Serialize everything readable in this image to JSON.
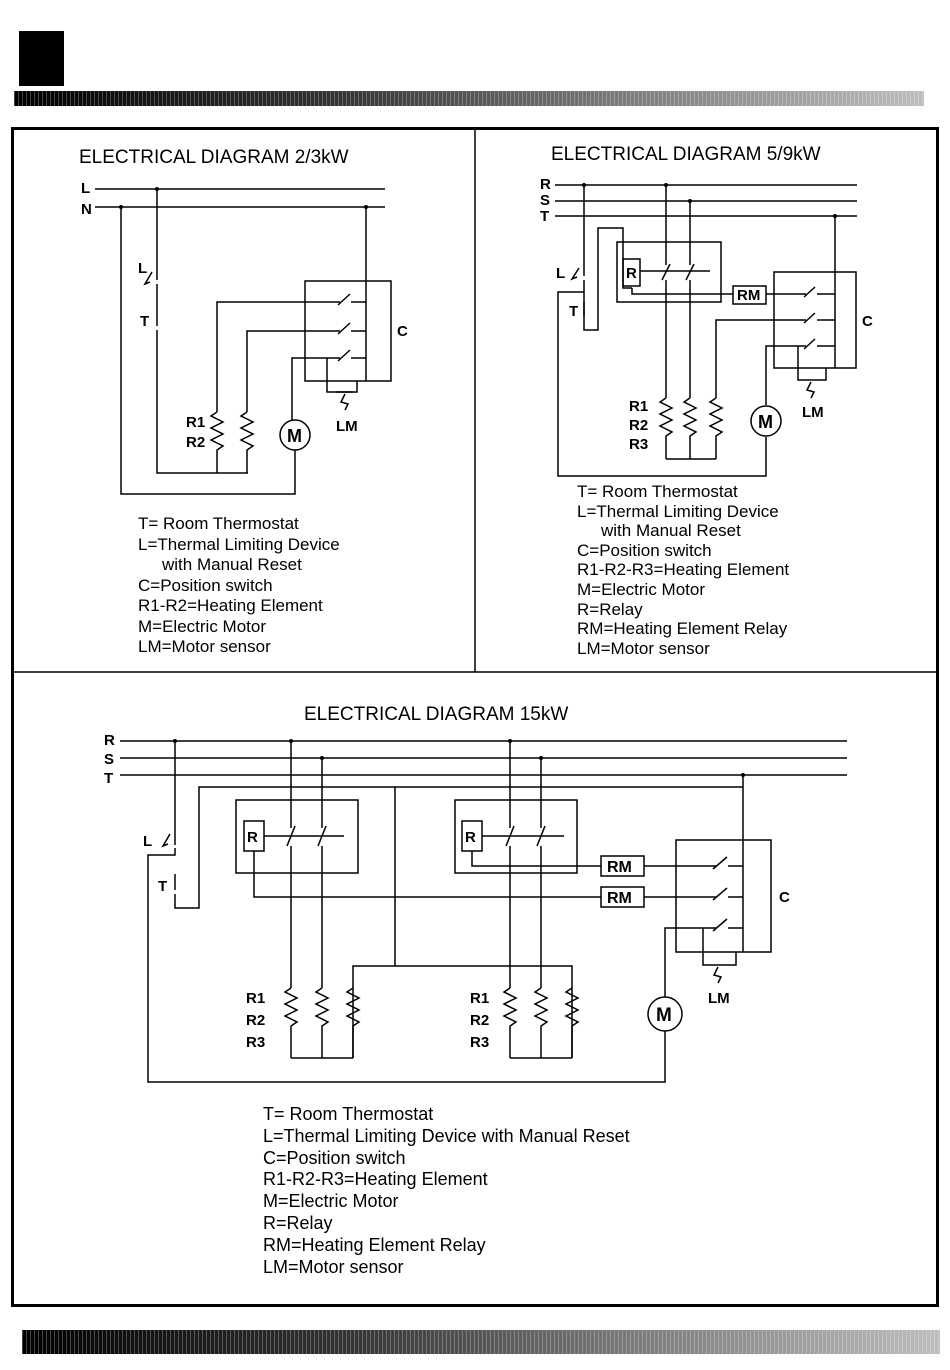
{
  "d1": {
    "title": "ELECTRICAL DIAGRAM 2/3kW",
    "labels": {
      "L": "L",
      "N": "N",
      "Ldev": "L",
      "T": "T",
      "C": "C",
      "R1": "R1",
      "R2": "R2",
      "M": "M",
      "LM": "LM"
    },
    "legend": [
      "T= Room Thermostat",
      "L=Thermal Limiting Device",
      "with Manual Reset",
      "C=Position switch",
      "R1-R2=Heating Element",
      "M=Electric Motor",
      "LM=Motor sensor"
    ]
  },
  "d2": {
    "title": "ELECTRICAL DIAGRAM 5/9kW",
    "labels": {
      "R": "R",
      "S": "S",
      "T": "T",
      "Ldev": "L",
      "Tdev": "T",
      "Relay": "R",
      "RM": "RM",
      "C": "C",
      "R1": "R1",
      "R2": "R2",
      "R3": "R3",
      "M": "M",
      "LM": "LM"
    },
    "legend": [
      "T= Room Thermostat",
      "L=Thermal Limiting Device",
      "with Manual Reset",
      "C=Position switch",
      "R1-R2-R3=Heating Element",
      "M=Electric Motor",
      "R=Relay",
      "RM=Heating Element Relay",
      "LM=Motor sensor"
    ]
  },
  "d3": {
    "title": "ELECTRICAL DIAGRAM 15kW",
    "labels": {
      "R": "R",
      "S": "S",
      "T": "T",
      "Ldev": "L",
      "Tdev": "T",
      "Relay1": "R",
      "Relay2": "R",
      "RM1": "RM",
      "RM2": "RM",
      "C": "C",
      "R1a": "R1",
      "R2a": "R2",
      "R3a": "R3",
      "R1b": "R1",
      "R2b": "R2",
      "R3b": "R3",
      "M": "M",
      "LM": "LM"
    },
    "legend": [
      "T= Room Thermostat",
      "L=Thermal Limiting Device with Manual Reset",
      "C=Position switch",
      "R1-R2-R3=Heating Element",
      "M=Electric Motor",
      "R=Relay",
      "RM=Heating Element Relay",
      "LM=Motor sensor"
    ]
  }
}
